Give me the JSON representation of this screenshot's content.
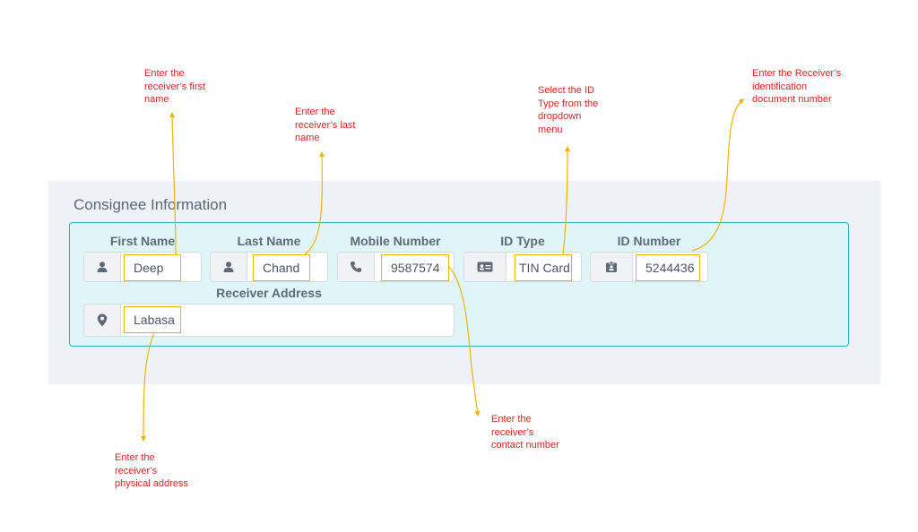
{
  "section": {
    "title": "Consignee Information"
  },
  "fields": {
    "first_name": {
      "label": "First Name",
      "value": "Deep",
      "icon": "user-icon"
    },
    "last_name": {
      "label": "Last Name",
      "value": "Chand",
      "icon": "user-icon"
    },
    "mobile": {
      "label": "Mobile Number",
      "value": "9587574",
      "icon": "phone-icon"
    },
    "id_type": {
      "label": "ID Type",
      "value": "TIN Card",
      "icon": "id-card-icon"
    },
    "id_number": {
      "label": "ID Number",
      "value": "5244436",
      "icon": "badge-icon"
    },
    "address": {
      "label": "Receiver Address",
      "value": "Labasa",
      "icon": "location-pin-icon"
    }
  },
  "annotations": {
    "first_name": [
      "Enter the",
      "receiver’s first",
      "name"
    ],
    "last_name": [
      "Enter the",
      "receiver’s last",
      "name"
    ],
    "id_type": [
      "Select the ID",
      "Type from the",
      "dropdown",
      "menu"
    ],
    "id_number": [
      "Enter the Receiver’s",
      "identification",
      "document number"
    ],
    "mobile": [
      "Enter the",
      "receiver’s",
      "contact number"
    ],
    "address": [
      "Enter the",
      "receiver’s",
      "physical address"
    ]
  },
  "colors": {
    "annotation_text": "#e02020",
    "highlight": "#f0b400",
    "fieldset_border": "#29b0b8",
    "fieldset_bg": "#dff5f8",
    "panel_bg": "#eef2f7"
  }
}
